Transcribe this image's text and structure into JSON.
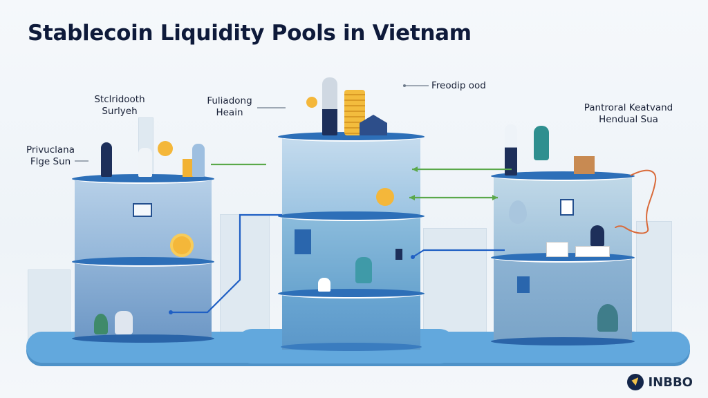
{
  "title": "Stablecoin Liquidity Pools in Vietnam",
  "labels": {
    "left_top": [
      "Stclridooth",
      "Surlyeh"
    ],
    "left_side": [
      "Privuclana",
      "Flge Sun"
    ],
    "center_left": [
      "Fuliadong",
      "Heain"
    ],
    "center_right": "Freodip ood",
    "right": [
      "Pantroral Keatvand",
      "Hendual Sua"
    ]
  },
  "towers": [
    {
      "name": "left-pool",
      "levels": 3
    },
    {
      "name": "center-pool",
      "levels": 4
    },
    {
      "name": "right-pool",
      "levels": 3
    }
  ],
  "connectors": {
    "green": "#5aa84a",
    "blue": "#1f5fc4",
    "orange": "#d96a3a"
  },
  "colors": {
    "title": "#0e1a3a",
    "pool_light": "#a9c9e6",
    "pool_dark": "#6e9cc8",
    "disk": "#2d6fb8",
    "base": "#5fa6dc"
  },
  "brand": {
    "name": "INBBO"
  }
}
